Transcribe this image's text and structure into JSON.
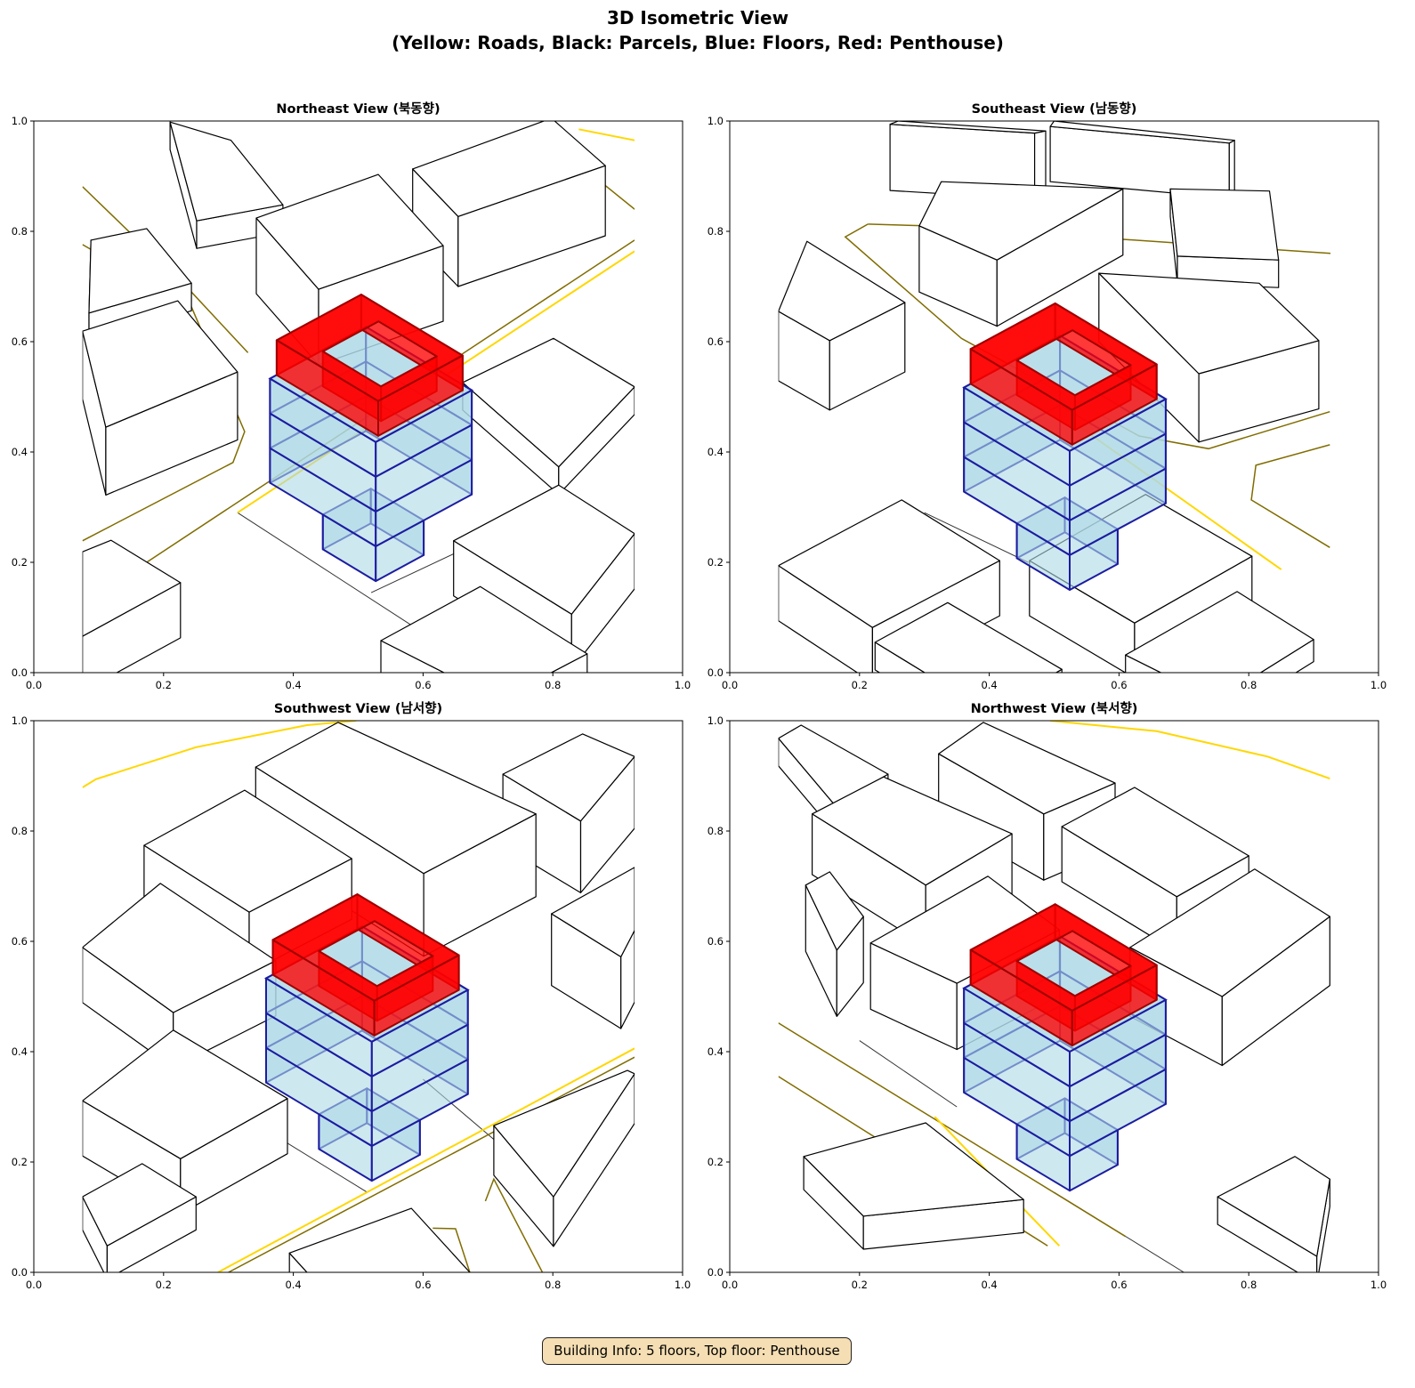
{
  "figure": {
    "title_line1": "3D Isometric View",
    "title_line2": "(Yellow: Roads, Black: Parcels, Blue: Floors, Red: Penthouse)",
    "footer": "Building Info: 5 floors, Top floor: Penthouse"
  },
  "colors": {
    "road_yellow": "#ffd700",
    "road_dark": "#806c00",
    "parcel": "#000000",
    "floor_fill": "rgba(173,216,230,0.6)",
    "floor_edge": "#1c1ca0",
    "penthouse_fill": "rgba(255,0,0,0.78)",
    "penthouse_edge": "#a00000"
  },
  "building": {
    "floors": 5,
    "top_floor": "Penthouse",
    "axis_u": [
      0.163,
      -0.115
    ],
    "axis_v": [
      0.148,
      0.094
    ],
    "floor_height": 0.063
  },
  "chart_data": [
    {
      "type": "line",
      "title": "Northeast View (북동향)",
      "xlim": [
        0,
        1
      ],
      "ylim": [
        0,
        1
      ],
      "xticks": [
        "0.0",
        "0.2",
        "0.4",
        "0.6",
        "0.8",
        "1.0"
      ],
      "yticks": [
        "0.0",
        "0.2",
        "0.4",
        "0.6",
        "0.8",
        "1.0"
      ],
      "building_origin": [
        0.364,
        0.281
      ],
      "boxes": [
        [
          [
            0.343,
            0.824
          ],
          [
            0.531,
            0.903
          ],
          [
            0.631,
            0.774
          ],
          [
            0.439,
            0.695
          ],
          0.137
        ],
        [
          [
            0.584,
            0.913
          ],
          [
            0.798,
            1.005
          ],
          [
            0.881,
            0.919
          ],
          [
            0.654,
            0.827
          ],
          0.127
        ],
        [
          [
            0.21,
            0.998
          ],
          [
            0.304,
            0.965
          ],
          [
            0.384,
            0.848
          ],
          [
            0.251,
            0.819
          ],
          0.05
        ],
        [
          [
            0.088,
            0.784
          ],
          [
            0.174,
            0.805
          ],
          [
            0.243,
            0.706
          ],
          [
            0.085,
            0.652
          ],
          0.05
        ],
        [
          [
            0.075,
            0.619
          ],
          [
            0.222,
            0.674
          ],
          [
            0.314,
            0.545
          ],
          [
            0.111,
            0.445
          ],
          0.123
        ],
        [
          [
            0.661,
            0.526
          ],
          [
            0.801,
            0.606
          ],
          [
            0.926,
            0.518
          ],
          [
            0.809,
            0.373
          ],
          0.05
        ],
        [
          [
            0.647,
            0.239
          ],
          [
            0.809,
            0.34
          ],
          [
            0.926,
            0.252
          ],
          [
            0.829,
            0.106
          ],
          0.1
        ],
        [
          [
            0.075,
            0.219
          ],
          [
            0.119,
            0.24
          ],
          [
            0.226,
            0.163
          ],
          [
            0.075,
            0.066
          ],
          0.1
        ],
        [
          [
            0.535,
            0.058
          ],
          [
            0.688,
            0.156
          ],
          [
            0.853,
            0.034
          ],
          [
            0.716,
            -0.05
          ],
          0.06
        ]
      ],
      "roads": [
        {
          "kind": "dark",
          "pts": [
            [
              0.075,
              0.776
            ],
            [
              0.243,
              0.663
            ],
            [
              0.325,
              0.437
            ],
            [
              0.307,
              0.381
            ],
            [
              0.075,
              0.239
            ]
          ]
        },
        {
          "kind": "dark",
          "pts": [
            [
              0.075,
              0.881
            ],
            [
              0.243,
              0.69
            ],
            [
              0.33,
              0.58
            ]
          ]
        },
        {
          "kind": "dark",
          "pts": [
            [
              0.174,
              0.2
            ],
            [
              0.926,
              0.784
            ]
          ]
        },
        {
          "kind": "yellow",
          "pts": [
            [
              0.314,
              0.29
            ],
            [
              0.926,
              0.764
            ]
          ]
        },
        {
          "kind": "yellow",
          "pts": [
            [
              0.84,
              0.985
            ],
            [
              0.926,
              0.965
            ]
          ]
        },
        {
          "kind": "dark",
          "pts": [
            [
              0.8,
              0.96
            ],
            [
              0.926,
              0.84
            ]
          ]
        }
      ],
      "parcels": [
        [
          [
            0.314,
            0.29
          ],
          [
            0.59,
            0.08
          ]
        ],
        [
          [
            0.52,
            0.145
          ],
          [
            0.8,
            0.3
          ]
        ]
      ]
    },
    {
      "type": "line",
      "title": "Southeast View (남동향)",
      "xlim": [
        0,
        1
      ],
      "ylim": [
        0,
        1
      ],
      "xticks": [
        "0.0",
        "0.2",
        "0.4",
        "0.6",
        "0.8",
        "1.0"
      ],
      "yticks": [
        "0.0",
        "0.2",
        "0.4",
        "0.6",
        "0.8",
        "1.0"
      ],
      "building_origin": [
        0.361,
        0.265
      ],
      "boxes": [
        [
          [
            0.247,
            0.994
          ],
          [
            0.26,
            1.0
          ],
          [
            0.487,
            0.982
          ],
          [
            0.47,
            0.978
          ],
          0.12
        ],
        [
          [
            0.494,
            0.99
          ],
          [
            0.5,
            1.0
          ],
          [
            0.778,
            0.965
          ],
          [
            0.77,
            0.96
          ],
          0.1
        ],
        [
          [
            0.292,
            0.81
          ],
          [
            0.326,
            0.89
          ],
          [
            0.606,
            0.877
          ],
          [
            0.412,
            0.748
          ],
          0.12
        ],
        [
          [
            0.679,
            0.877
          ],
          [
            0.832,
            0.873
          ],
          [
            0.846,
            0.748
          ],
          [
            0.69,
            0.755
          ],
          0.05
        ],
        [
          [
            0.569,
            0.724
          ],
          [
            0.816,
            0.706
          ],
          [
            0.908,
            0.602
          ],
          [
            0.723,
            0.542
          ],
          0.124
        ],
        [
          [
            0.075,
            0.655
          ],
          [
            0.119,
            0.782
          ],
          [
            0.27,
            0.671
          ],
          [
            0.154,
            0.602
          ],
          0.126
        ],
        [
          [
            0.075,
            0.194
          ],
          [
            0.265,
            0.313
          ],
          [
            0.416,
            0.203
          ],
          [
            0.22,
            0.082
          ],
          0.1
        ],
        [
          [
            0.462,
            0.203
          ],
          [
            0.641,
            0.323
          ],
          [
            0.805,
            0.211
          ],
          [
            0.624,
            0.09
          ],
          0.1
        ],
        [
          [
            0.224,
            0.055
          ],
          [
            0.336,
            0.127
          ],
          [
            0.512,
            0.006
          ],
          [
            0.398,
            -0.07
          ],
          0.05
        ],
        [
          [
            0.61,
            0.032
          ],
          [
            0.782,
            0.147
          ],
          [
            0.9,
            0.06
          ],
          [
            0.75,
            -0.05
          ],
          0.04
        ]
      ],
      "roads": [
        {
          "kind": "dark",
          "pts": [
            [
              0.213,
              0.813
            ],
            [
              0.178,
              0.79
            ],
            [
              0.357,
              0.606
            ],
            [
              0.631,
              0.429
            ],
            [
              0.738,
              0.406
            ],
            [
              0.925,
              0.473
            ]
          ]
        },
        {
          "kind": "dark",
          "pts": [
            [
              0.213,
              0.813
            ],
            [
              0.3,
              0.81
            ],
            [
              0.926,
              0.76
            ]
          ]
        },
        {
          "kind": "dark",
          "pts": [
            [
              0.925,
              0.413
            ],
            [
              0.811,
              0.376
            ],
            [
              0.804,
              0.313
            ],
            [
              0.925,
              0.227
            ]
          ]
        },
        {
          "kind": "yellow",
          "pts": [
            [
              0.521,
              0.461
            ],
            [
              0.85,
              0.187
            ]
          ]
        }
      ],
      "parcels": [
        [
          [
            0.3,
            0.29
          ],
          [
            0.46,
            0.2
          ]
        ],
        [
          [
            0.6,
            0.29
          ],
          [
            0.8,
            0.15
          ]
        ]
      ]
    },
    {
      "type": "line",
      "title": "Southwest View (남서향)",
      "xlim": [
        0,
        1
      ],
      "ylim": [
        0,
        1
      ],
      "xticks": [
        "0.0",
        "0.2",
        "0.4",
        "0.6",
        "0.8",
        "1.0"
      ],
      "yticks": [
        "0.0",
        "0.2",
        "0.4",
        "0.6",
        "0.8",
        "1.0"
      ],
      "building_origin": [
        0.358,
        0.281
      ],
      "boxes": [
        [
          [
            0.342,
            0.916
          ],
          [
            0.469,
            0.997
          ],
          [
            0.774,
            0.831
          ],
          [
            0.601,
            0.723
          ],
          0.15
        ],
        [
          [
            0.723,
            0.903
          ],
          [
            0.846,
            0.976
          ],
          [
            0.926,
            0.935
          ],
          [
            0.843,
            0.818
          ],
          0.13
        ],
        [
          [
            0.17,
            0.774
          ],
          [
            0.325,
            0.874
          ],
          [
            0.49,
            0.75
          ],
          [
            0.332,
            0.653
          ],
          0.11
        ],
        [
          [
            0.798,
            0.65
          ],
          [
            0.926,
            0.734
          ],
          [
            0.926,
            0.62
          ],
          [
            0.905,
            0.572
          ],
          0.13
        ],
        [
          [
            0.075,
            0.589
          ],
          [
            0.195,
            0.705
          ],
          [
            0.373,
            0.565
          ],
          [
            0.215,
            0.471
          ],
          0.1
        ],
        [
          [
            0.075,
            0.311
          ],
          [
            0.215,
            0.439
          ],
          [
            0.391,
            0.315
          ],
          [
            0.226,
            0.206
          ],
          0.1
        ],
        [
          [
            0.709,
            0.266
          ],
          [
            0.915,
            0.366
          ],
          [
            0.926,
            0.36
          ],
          [
            0.801,
            0.137
          ],
          0.09
        ],
        [
          [
            0.075,
            0.137
          ],
          [
            0.167,
            0.197
          ],
          [
            0.25,
            0.137
          ],
          [
            0.113,
            0.048
          ],
          0.06
        ],
        [
          [
            0.394,
            0.035
          ],
          [
            0.582,
            0.116
          ],
          [
            0.672,
            0.0
          ],
          [
            0.483,
            -0.08
          ],
          0.04
        ]
      ],
      "roads": [
        {
          "kind": "yellow",
          "pts": [
            [
              0.075,
              0.879
            ],
            [
              0.096,
              0.894
            ],
            [
              0.25,
              0.952
            ],
            [
              0.421,
              0.992
            ],
            [
              0.497,
              1.0
            ]
          ]
        },
        {
          "kind": "yellow",
          "pts": [
            [
              0.284,
              0.0
            ],
            [
              0.926,
              0.406
            ]
          ]
        },
        {
          "kind": "dark",
          "pts": [
            [
              0.3,
              0.0
            ],
            [
              0.926,
              0.39
            ]
          ]
        },
        {
          "kind": "dark",
          "pts": [
            [
              0.696,
              0.129
            ],
            [
              0.709,
              0.169
            ],
            [
              0.784,
              0.0
            ]
          ]
        },
        {
          "kind": "dark",
          "pts": [
            [
              0.615,
              0.08
            ],
            [
              0.65,
              0.079
            ],
            [
              0.672,
              0.0
            ]
          ]
        }
      ],
      "parcels": [
        [
          [
            0.3,
            0.3
          ],
          [
            0.514,
            0.145
          ]
        ],
        [
          [
            0.6,
            0.35
          ],
          [
            0.75,
            0.2
          ]
        ]
      ]
    },
    {
      "type": "line",
      "title": "Northwest View (북서향)",
      "xlim": [
        0,
        1
      ],
      "ylim": [
        0,
        1
      ],
      "xticks": [
        "0.0",
        "0.2",
        "0.4",
        "0.6",
        "0.8",
        "1.0"
      ],
      "yticks": [
        "0.0",
        "0.2",
        "0.4",
        "0.6",
        "0.8",
        "1.0"
      ],
      "building_origin": [
        0.361,
        0.263
      ],
      "boxes": [
        [
          [
            0.075,
            0.968
          ],
          [
            0.11,
            0.992
          ],
          [
            0.244,
            0.903
          ],
          [
            0.162,
            0.847
          ],
          0.05
        ],
        [
          [
            0.322,
            0.94
          ],
          [
            0.391,
            0.997
          ],
          [
            0.594,
            0.887
          ],
          [
            0.484,
            0.831
          ],
          0.12
        ],
        [
          [
            0.127,
            0.831
          ],
          [
            0.237,
            0.898
          ],
          [
            0.435,
            0.795
          ],
          [
            0.302,
            0.702
          ],
          0.11
        ],
        [
          [
            0.512,
            0.808
          ],
          [
            0.624,
            0.879
          ],
          [
            0.8,
            0.755
          ],
          [
            0.689,
            0.681
          ],
          0.1
        ],
        [
          [
            0.117,
            0.702
          ],
          [
            0.154,
            0.726
          ],
          [
            0.206,
            0.645
          ],
          [
            0.165,
            0.584
          ],
          0.12
        ],
        [
          [
            0.217,
            0.597
          ],
          [
            0.398,
            0.718
          ],
          [
            0.508,
            0.621
          ],
          [
            0.35,
            0.524
          ],
          0.12
        ],
        [
          [
            0.617,
            0.589
          ],
          [
            0.809,
            0.731
          ],
          [
            0.925,
            0.645
          ],
          [
            0.759,
            0.5
          ],
          0.125
        ],
        [
          [
            0.114,
            0.21
          ],
          [
            0.302,
            0.271
          ],
          [
            0.453,
            0.132
          ],
          [
            0.206,
            0.102
          ],
          0.06
        ],
        [
          [
            0.752,
            0.137
          ],
          [
            0.871,
            0.21
          ],
          [
            0.925,
            0.169
          ],
          [
            0.905,
            0.029
          ],
          0.05
        ]
      ],
      "roads": [
        {
          "kind": "yellow",
          "pts": [
            [
              0.494,
              1.0
            ],
            [
              0.658,
              0.981
            ],
            [
              0.829,
              0.935
            ],
            [
              0.925,
              0.895
            ]
          ]
        },
        {
          "kind": "dark",
          "pts": [
            [
              0.075,
              0.452
            ],
            [
              0.61,
              0.065
            ]
          ]
        },
        {
          "kind": "yellow",
          "pts": [
            [
              0.316,
              0.282
            ],
            [
              0.508,
              0.048
            ]
          ]
        },
        {
          "kind": "dark",
          "pts": [
            [
              0.075,
              0.355
            ],
            [
              0.49,
              0.048
            ]
          ]
        }
      ],
      "parcels": [
        [
          [
            0.5,
            0.145
          ],
          [
            0.7,
            0.0
          ]
        ],
        [
          [
            0.35,
            0.3
          ],
          [
            0.2,
            0.42
          ]
        ]
      ]
    }
  ]
}
